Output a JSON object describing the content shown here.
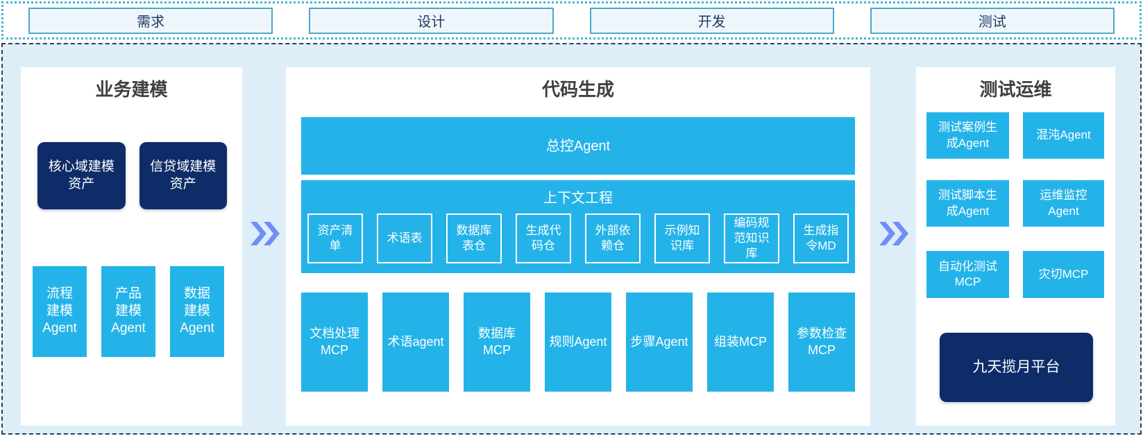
{
  "colors": {
    "cyan": "#24b3e8",
    "navy": "#0e2c67",
    "arrow_blue": "#6e8ff6",
    "container_bg": "#ddeef8",
    "strip_border": "#3fb7da"
  },
  "phases": [
    "需求",
    "设计",
    "开发",
    "测试"
  ],
  "panels": {
    "business_modeling": {
      "title": "业务建模",
      "assets": [
        "核心域建模资产",
        "信贷域建模资产"
      ],
      "agents": [
        "流程建模Agent",
        "产品建模Agent",
        "数据建模Agent"
      ]
    },
    "code_generation": {
      "title": "代码生成",
      "master_agent": "总控Agent",
      "context_engineering": {
        "title": "上下文工程",
        "items": [
          "资产清单",
          "术语表",
          "数据库表仓",
          "生成代码仓",
          "外部依赖仓",
          "示例知识库",
          "编码规范知识库",
          "生成指令MD"
        ]
      },
      "tools": [
        "文档处理MCP",
        "术语agent",
        "数据库MCP",
        "规则Agent",
        "步骤Agent",
        "组装MCP",
        "参数检查MCP"
      ]
    },
    "test_ops": {
      "title": "测试运维",
      "boxes": [
        "测试案例生成Agent",
        "混沌Agent",
        "测试脚本生成Agent",
        "运维监控Agent",
        "自动化测试MCP",
        "灾切MCP"
      ],
      "platform": "九天揽月平台"
    }
  }
}
